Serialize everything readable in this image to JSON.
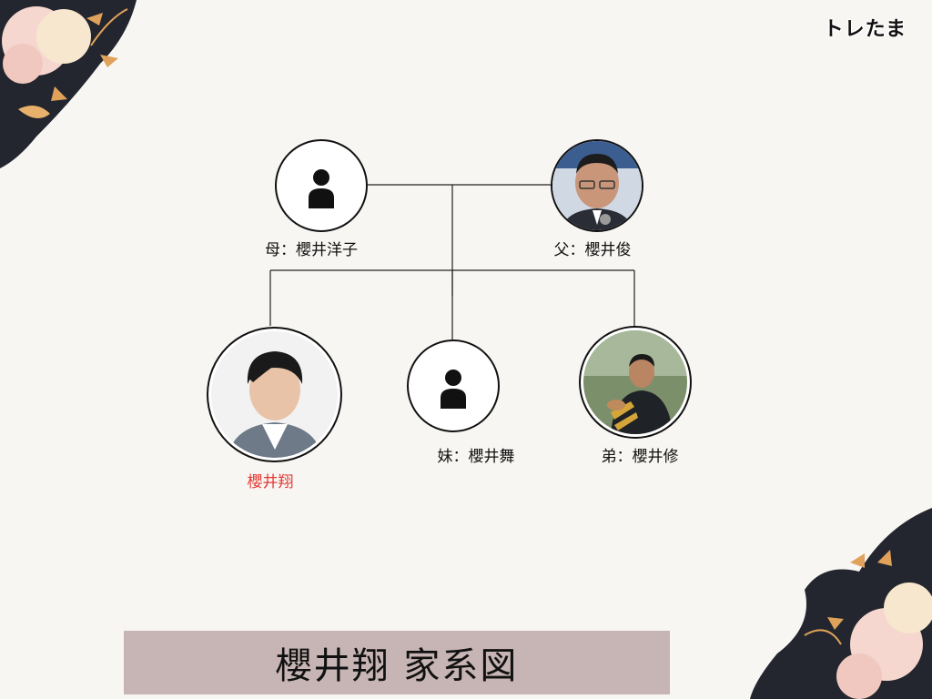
{
  "brand": "トレたま",
  "title": "櫻井翔 家系図",
  "members": {
    "mother": {
      "label": "母：櫻井洋子",
      "photo": false
    },
    "father": {
      "label": "父：櫻井俊",
      "photo": true
    },
    "self": {
      "label": "櫻井翔",
      "photo": true
    },
    "sister": {
      "label": "妹：櫻井舞",
      "photo": false
    },
    "brother": {
      "label": "弟：櫻井修",
      "photo": true
    }
  },
  "colors": {
    "background": "#f8f6f3",
    "self_label": "#e53935",
    "title_box": "#c7b4b4",
    "line": "#222222"
  },
  "icons": {
    "placeholder": "person-silhouette-icon"
  }
}
